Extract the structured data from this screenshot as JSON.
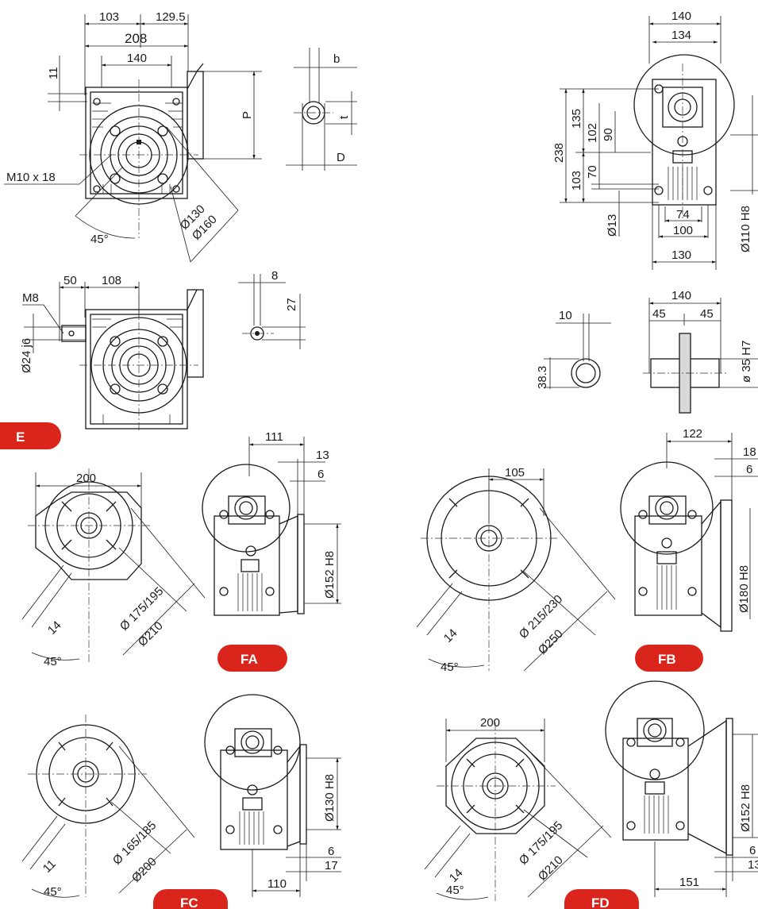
{
  "badges": {
    "e": "E",
    "fa": "FA",
    "fb": "FB",
    "fc": "FC",
    "fd": "FD"
  },
  "accent_color": "#d9251c",
  "view_e_top": {
    "d103": "103",
    "d129_5": "129.5",
    "d208": "208",
    "d140": "140",
    "d11": "11",
    "p": "P",
    "thread": "M10 x 18",
    "angle": "45°",
    "d130": "Ø130",
    "d160": "Ø160"
  },
  "key_e": {
    "b": "b",
    "t": "t",
    "d": "D"
  },
  "view_side": {
    "d140": "140",
    "d134": "134",
    "d238": "238",
    "d135": "135",
    "d102": "102",
    "d90": "90",
    "d70": "70",
    "d103": "103",
    "d13": "Ø13",
    "d74": "74",
    "d100": "100",
    "d130": "130",
    "d110": "Ø110 H8"
  },
  "view_e_shaft": {
    "d50": "50",
    "d108": "108",
    "m8": "M8",
    "d24": "Ø24 j6"
  },
  "key_shaft": {
    "d8": "8",
    "d27": "27"
  },
  "key_bore": {
    "d10": "10",
    "d38_3": "38.3"
  },
  "hollow_shaft": {
    "d140": "140",
    "d45a": "45",
    "d45b": "45",
    "d35": "ø 35 H7"
  },
  "fa": {
    "d200": "200",
    "d14": "14",
    "angle": "45°",
    "d175": "Ø 175/195",
    "d210": "Ø210",
    "d111": "111",
    "d13": "13",
    "d6": "6",
    "d152": "Ø152 H8"
  },
  "fb": {
    "d105": "105",
    "d14": "14",
    "angle": "45°",
    "d215": "Ø 215/230",
    "d250": "Ø250",
    "d122": "122",
    "d18": "18",
    "d6": "6",
    "d180": "Ø180 H8"
  },
  "fc": {
    "d11": "11",
    "angle": "45°",
    "d165": "Ø 165/185",
    "d200": "Ø200",
    "d130": "Ø130 H8",
    "d6": "6",
    "d17": "17",
    "d110": "110"
  },
  "fd": {
    "d200": "200",
    "d14": "14",
    "angle": "45°",
    "d175": "Ø 175/195",
    "d210": "Ø210",
    "d152": "Ø152 H8",
    "d151": "151",
    "d6": "6",
    "d13": "13"
  }
}
